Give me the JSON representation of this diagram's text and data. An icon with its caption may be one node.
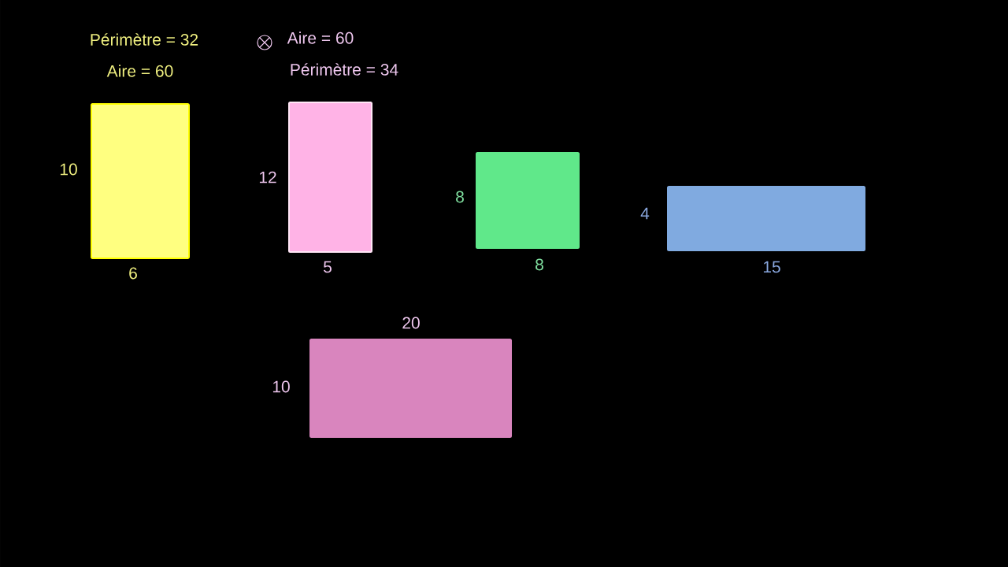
{
  "diagram": {
    "nodes": [
      {
        "text": [],
        "shape": "box"
      },
      {
        "text": [],
        "shape": "box"
      },
      {
        "text": [],
        "shape": "box"
      },
      {
        "text": [],
        "shape": "box"
      },
      {
        "text": [],
        "shape": "box"
      }
    ],
    "labels": [
      "Périmètre = 32",
      "Aire = 60",
      "Aire = 60",
      "Périmètre = 34",
      "10",
      "6",
      "12",
      "5",
      "8",
      "8",
      "4",
      "15",
      "20",
      "10"
    ]
  }
}
